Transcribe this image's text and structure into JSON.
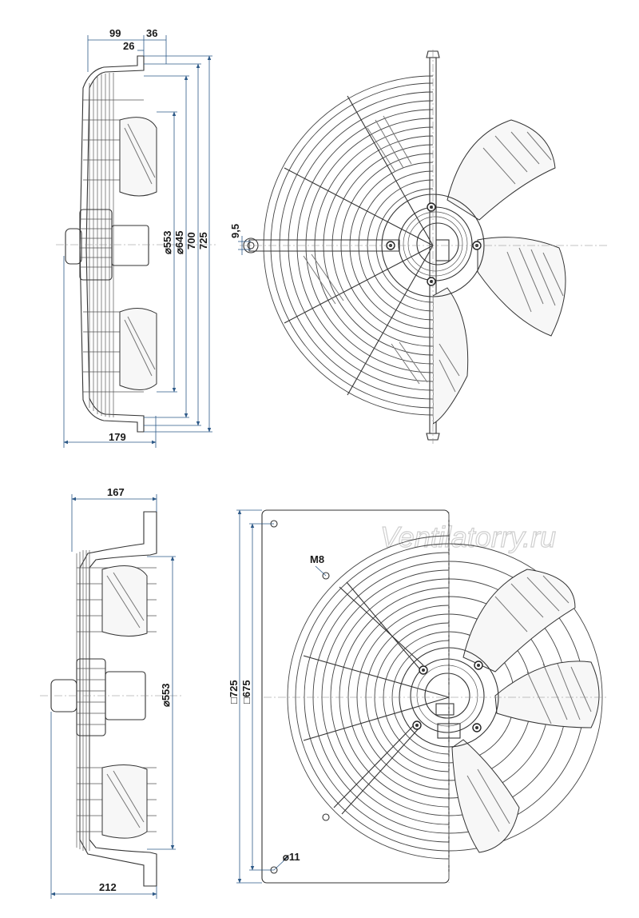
{
  "watermark": "Ventilatorry.ru",
  "top_side_view": {
    "dim_99": "99",
    "dim_36": "36",
    "dim_26": "26",
    "dim_d553": "553",
    "dim_d645": "645",
    "dim_700": "700",
    "dim_725": "725",
    "dim_179": "179"
  },
  "top_front_view": {
    "dim_9_5": "9,5"
  },
  "bottom_side_view": {
    "dim_167": "167",
    "dim_d553": "553",
    "dim_212": "212"
  },
  "bottom_front_view": {
    "dim_725": "725",
    "dim_675": "675",
    "dim_M8": "M8",
    "dim_d11": "11"
  },
  "symbols": {
    "diameter": "⌀",
    "square": "□"
  }
}
